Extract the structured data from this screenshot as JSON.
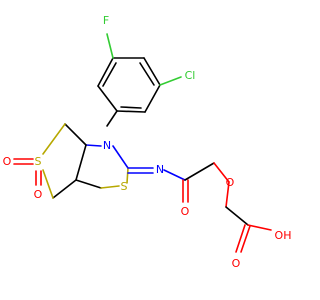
{
  "molecule": {
    "colors": {
      "carbon_bond": "#000000",
      "nitrogen": "#0000ff",
      "oxygen": "#ff0000",
      "sulfur": "#b7a800",
      "fluorine": "#33cc33",
      "chlorine": "#33cc33"
    },
    "atoms": {
      "F": "F",
      "Cl": "Cl",
      "N1": "N",
      "N2": "N",
      "S_ring1": "S",
      "S_ring2": "S",
      "O_sulfone1": "O",
      "O_sulfone2": "O",
      "O_amide": "O",
      "O_ether": "O",
      "O_acid_carbonyl": "O",
      "OH": "OH"
    }
  }
}
